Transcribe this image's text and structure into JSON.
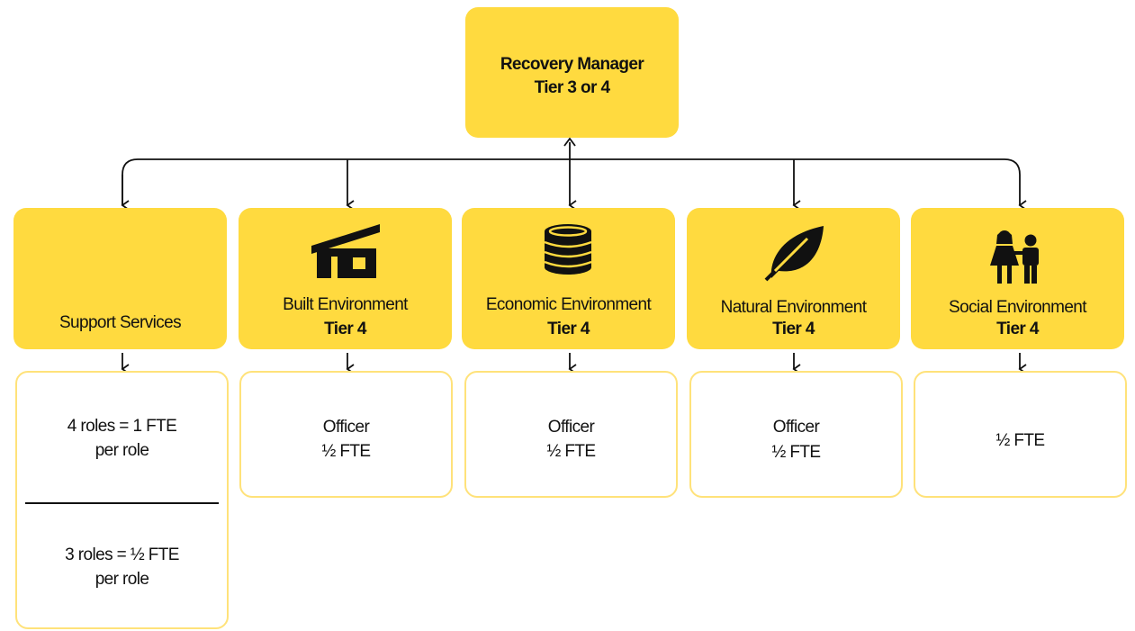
{
  "manager": {
    "title": "Recovery Manager",
    "tier": "Tier 3 or 4"
  },
  "departments": [
    {
      "name": "Support Services",
      "tier": "",
      "icon": ""
    },
    {
      "name": "Built Environment",
      "tier": "Tier 4",
      "icon": "house-icon"
    },
    {
      "name": "Economic Environment",
      "tier": "Tier 4",
      "icon": "coin-stack-icon"
    },
    {
      "name": "Natural Environment",
      "tier": "Tier 4",
      "icon": "leaf-icon"
    },
    {
      "name": "Social Environment",
      "tier": "Tier 4",
      "icon": "people-icon"
    }
  ],
  "staffing": {
    "support_top_line1": "4 roles = 1 FTE",
    "support_top_line2": "per role",
    "support_bottom_line1": "3 roles = ½ FTE",
    "support_bottom_line2": "per role",
    "built_line1": "Officer",
    "built_line2": "½ FTE",
    "economic_line1": "Officer",
    "economic_line2": "½ FTE",
    "natural_line1": "Officer",
    "natural_line2": "½ FTE",
    "social_line1": "½ FTE"
  },
  "colors": {
    "box_fill": "#ffda3f",
    "box_outline": "#ffe27a",
    "line": "#111111"
  }
}
